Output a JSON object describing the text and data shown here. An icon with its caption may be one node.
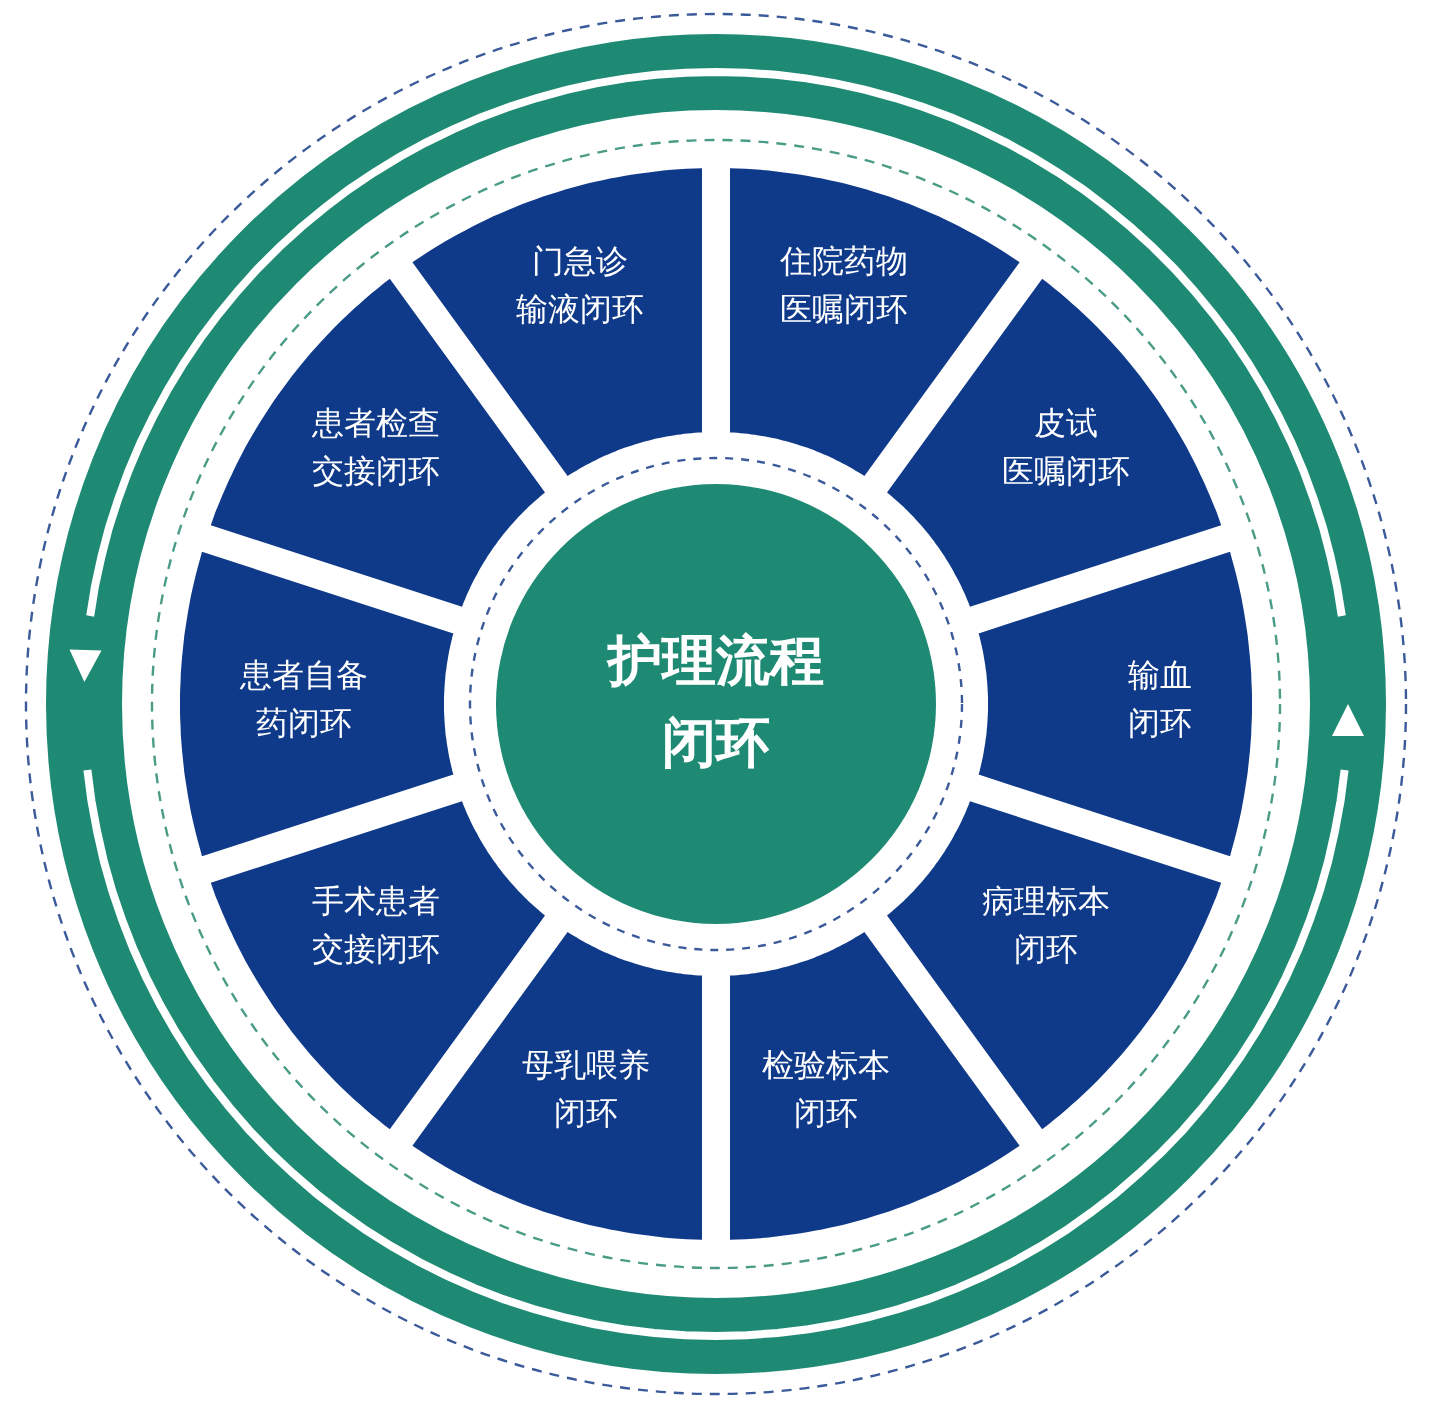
{
  "diagram": {
    "nodes": [
      {
        "text": [
          "护理流程闭环"
        ]
      },
      {
        "text": [
          "门急诊输液闭环"
        ]
      },
      {
        "text": [
          "住院药物医嘱闭环"
        ]
      },
      {
        "text": [
          "患者检查交接闭环"
        ]
      },
      {
        "text": [
          "皮试医嘱闭环"
        ]
      },
      {
        "text": [
          "患者自备药闭环"
        ]
      },
      {
        "text": [
          "输血闭环"
        ]
      },
      {
        "text": [
          "手术患者交接闭环"
        ]
      },
      {
        "text": [
          "病理标本闭环"
        ]
      },
      {
        "text": [
          "母乳喂养闭环"
        ]
      },
      {
        "text": [
          "检验标本闭环"
        ]
      }
    ]
  }
}
